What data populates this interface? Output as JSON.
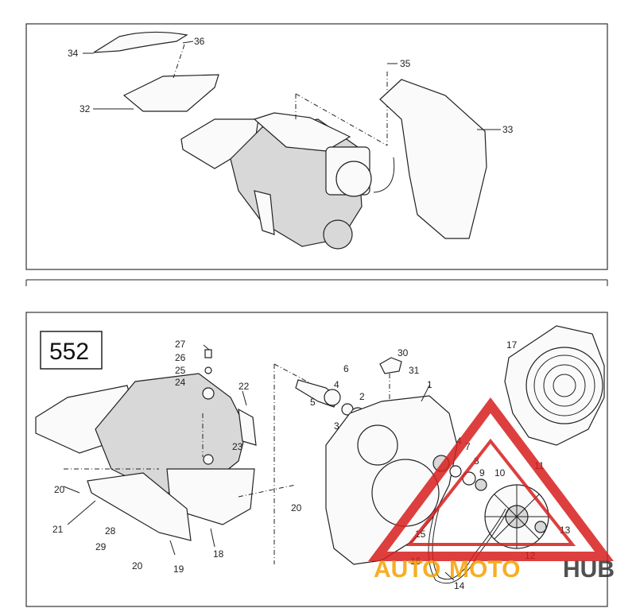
{
  "page_number": "552",
  "top_callouts": [
    "34",
    "36",
    "32",
    "35",
    "33"
  ],
  "bottom_callouts": [
    "27",
    "26",
    "25",
    "24",
    "22",
    "6",
    "30",
    "31",
    "5",
    "4",
    "2",
    "1",
    "3",
    "17",
    "23",
    "20",
    "20",
    "21",
    "28",
    "29",
    "20",
    "19",
    "18",
    "4",
    "7",
    "8",
    "9",
    "10",
    "11",
    "13",
    "12",
    "15",
    "16",
    "14"
  ],
  "watermark": {
    "brand_part1": "AUTO",
    "brand_part2": "MOTO",
    "brand_part3": "HUB",
    "color_orange": "#f5a000",
    "color_red": "#d81e1e",
    "color_dark": "#333333"
  },
  "colors": {
    "line": "#222222",
    "frame": "#333333",
    "background": "#ffffff"
  }
}
